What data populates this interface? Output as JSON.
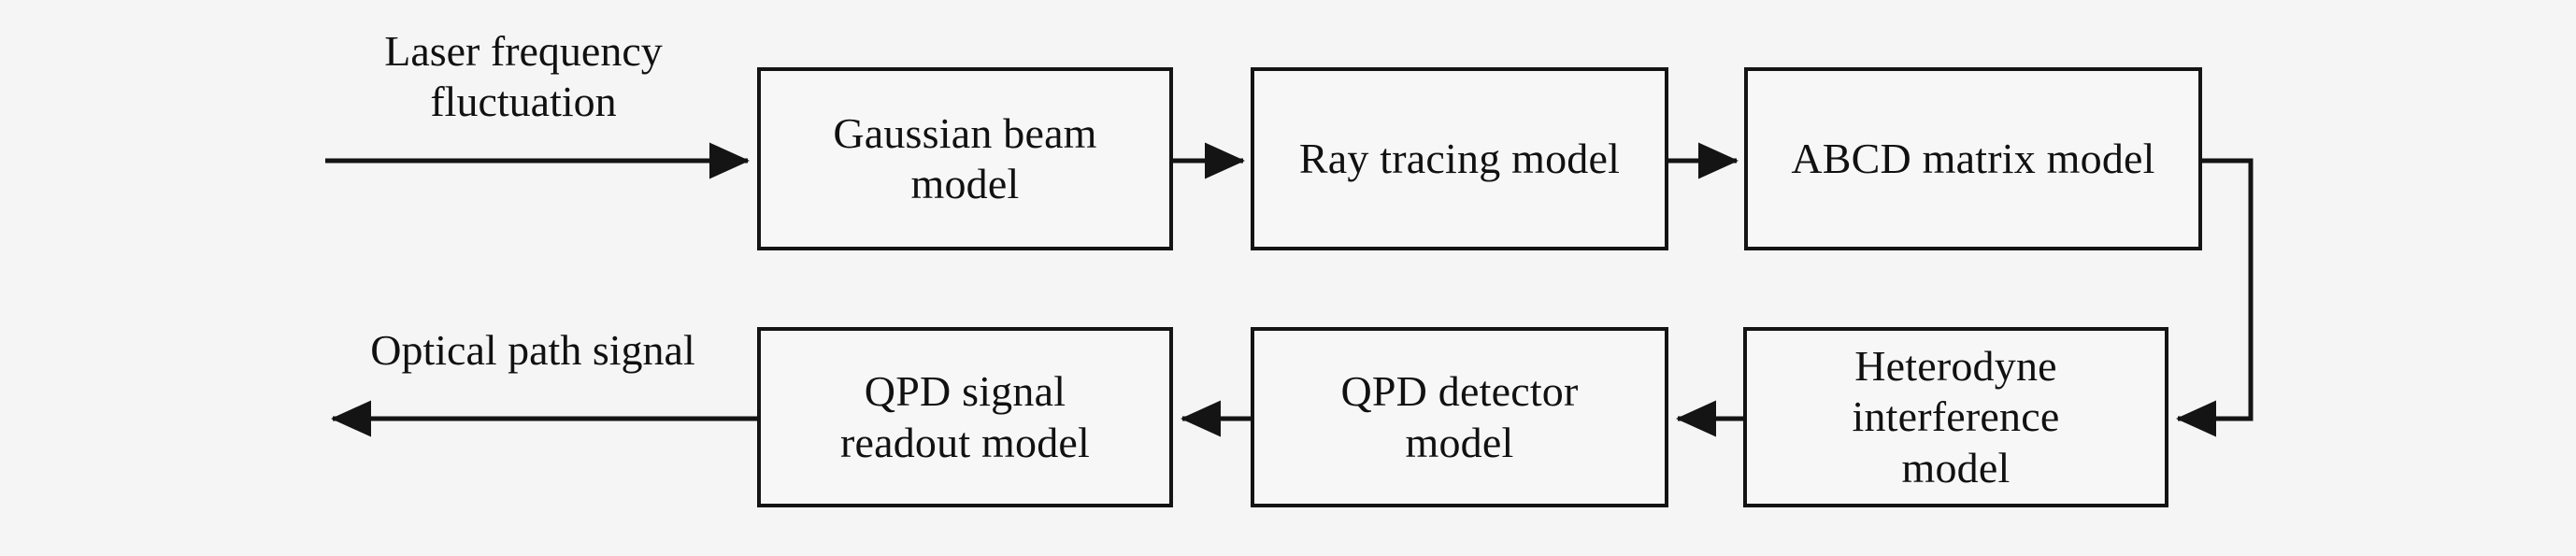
{
  "diagram": {
    "title": "Optical simulation pipeline block diagram",
    "background_color": "#f5f5f5",
    "line_color": "#141414",
    "text_color": "#111111",
    "nodes": [
      {
        "id": "gaussian-beam-model",
        "label": "Gaussian beam\nmodel"
      },
      {
        "id": "ray-tracing-model",
        "label": "Ray tracing model"
      },
      {
        "id": "abcd-matrix-model",
        "label": "ABCD matrix model"
      },
      {
        "id": "heterodyne-interference-model",
        "label": "Heterodyne\ninterference\nmodel"
      },
      {
        "id": "qpd-detector-model",
        "label": "QPD detector\nmodel"
      },
      {
        "id": "qpd-signal-readout-model",
        "label": "QPD signal\nreadout model"
      }
    ],
    "labels": {
      "input": "Laser frequency\nfluctuation",
      "output": "Optical path signal"
    },
    "flow": [
      "Laser frequency fluctuation -> Gaussian beam model",
      "Gaussian beam model -> Ray tracing model",
      "Ray tracing model -> ABCD matrix model",
      "ABCD matrix model -> Heterodyne interference model",
      "Heterodyne interference model -> QPD detector model",
      "QPD detector model -> QPD signal readout model",
      "QPD signal readout model -> Optical path signal"
    ]
  }
}
